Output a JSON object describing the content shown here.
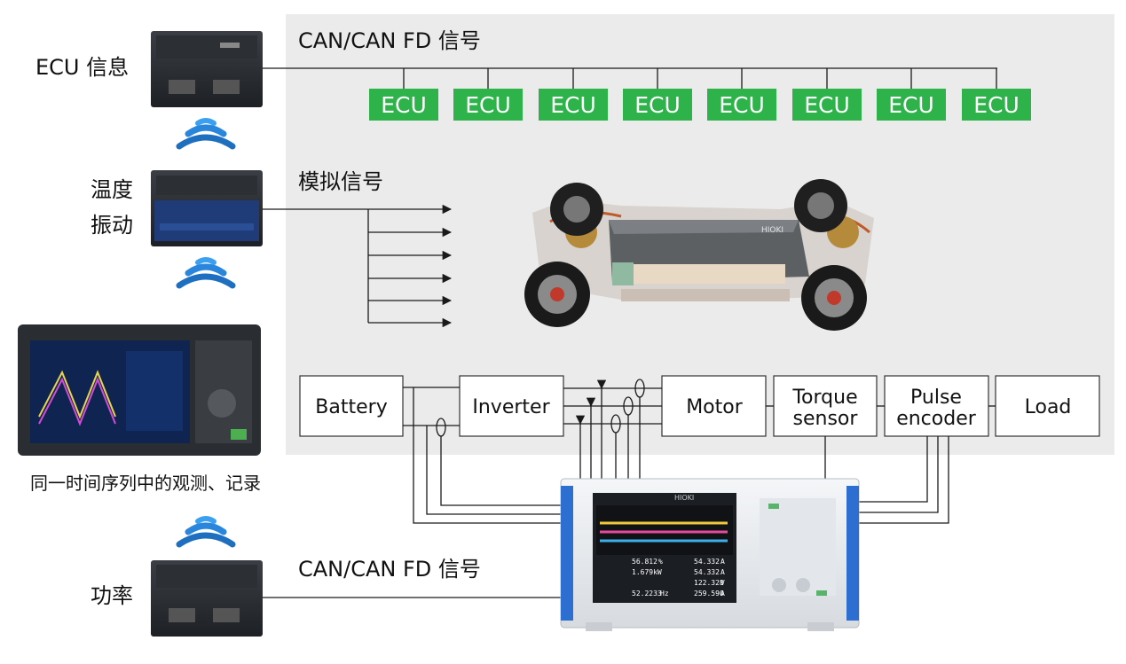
{
  "panel_background": "#ebebeb",
  "ecu_color": "#2eb24a",
  "wifi_color": "#1f6fc0",
  "can_top_label": "CAN/CAN FD 信号",
  "can_bottom_label": "CAN/CAN FD 信号",
  "analog_label": "模拟信号",
  "left_labels": {
    "ecu_info": "ECU 信息",
    "temperature": "温度",
    "vibration": "振动",
    "sync_caption": "同一时间序列中的观测、记录",
    "power": "功率"
  },
  "ecu_nodes": [
    "ECU",
    "ECU",
    "ECU",
    "ECU",
    "ECU",
    "ECU",
    "ECU",
    "ECU"
  ],
  "powertrain": {
    "battery": "Battery",
    "inverter": "Inverter",
    "motor": "Motor",
    "torque_sensor_line1": "Torque",
    "torque_sensor_line2": "sensor",
    "pulse_encoder_line1": "Pulse",
    "pulse_encoder_line2": "encoder",
    "load": "Load"
  },
  "brand": "HIOKI",
  "power_analyzer_readings": [
    {
      "value": "56.812",
      "unit": "%",
      "value2": "54.332",
      "unit2": "A"
    },
    {
      "value": "1.679kW",
      "unit": "",
      "value2": "54.332",
      "unit2": "A"
    },
    {
      "value": "",
      "unit": "",
      "value2": "122.328",
      "unit2": "V"
    },
    {
      "value": "52.2233",
      "unit": "Hz",
      "value2": "259.590",
      "unit2": "A"
    }
  ],
  "icons": [
    "wifi-icon",
    "wifi-icon",
    "wifi-icon",
    "arrow-icon"
  ]
}
